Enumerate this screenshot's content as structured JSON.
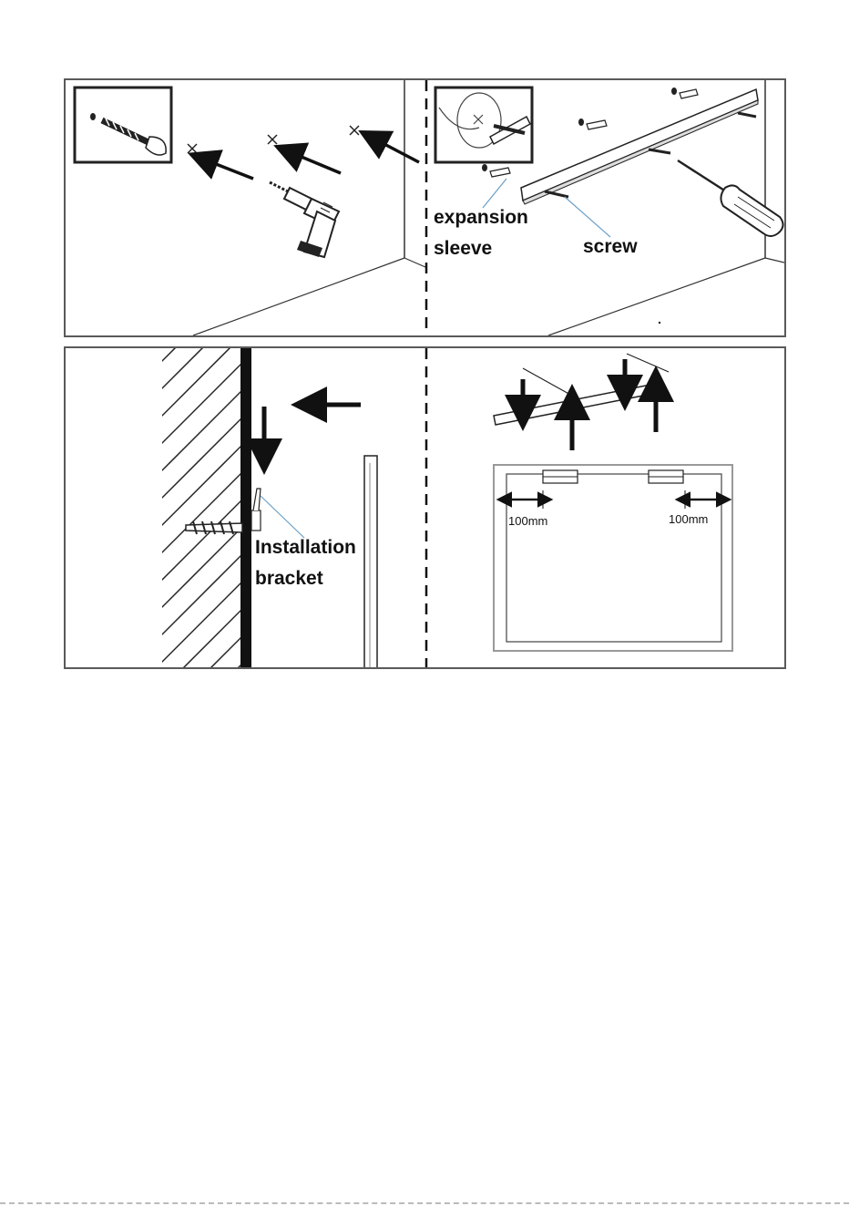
{
  "top_panel": {
    "expansion_label_line1": "expansion",
    "expansion_label_line2": "sleeve",
    "screw_label": "screw"
  },
  "bottom_panel": {
    "bracket_label_line1": "Installation",
    "bracket_label_line2": "bracket",
    "left_dim": "100mm",
    "right_dim": "100mm"
  },
  "icons": [
    "drill-icon",
    "screwdriver-icon",
    "drill-bit-icon",
    "expansion-sleeve-icon",
    "screw-icon",
    "arrow-icon"
  ],
  "colors": {
    "line": "#1a1a1a",
    "frame": "#5a5a5a",
    "leader": "#6aa0c8"
  }
}
